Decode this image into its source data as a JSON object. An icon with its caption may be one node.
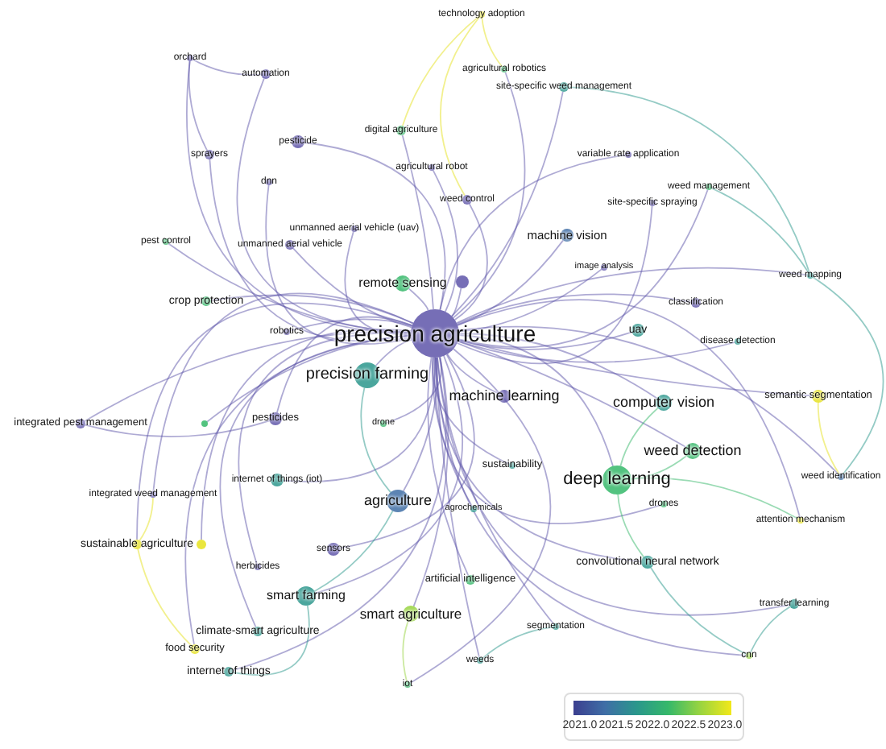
{
  "diagram": {
    "nodes": [
      {
        "text": [
          "technology adoption"
        ]
      },
      {
        "text": [
          "orchard"
        ]
      },
      {
        "text": [
          "automation"
        ]
      },
      {
        "text": [
          "agricultural robotics"
        ]
      },
      {
        "text": [
          "site-specific weed management"
        ]
      },
      {
        "text": [
          "pesticide"
        ]
      },
      {
        "text": [
          "sprayers"
        ]
      },
      {
        "text": [
          "digital agriculture"
        ]
      },
      {
        "text": [
          "dnn"
        ]
      },
      {
        "text": [
          "agricultural robot"
        ]
      },
      {
        "text": [
          "variable rate application"
        ]
      },
      {
        "text": [
          "weed management"
        ]
      },
      {
        "text": [
          "weed control"
        ]
      },
      {
        "text": [
          "site-specific spraying"
        ]
      },
      {
        "text": [
          "pest control"
        ]
      },
      {
        "text": [
          "unmanned aerial vehicle (uav)"
        ]
      },
      {
        "text": [
          "unmanned aerial vehicle"
        ]
      },
      {
        "text": [
          "machine vision"
        ]
      },
      {
        "text": [
          "remote sensing"
        ]
      },
      {
        "text": [],
        "shape": "circle"
      },
      {
        "text": [
          "image analysis"
        ]
      },
      {
        "text": [
          "weed mapping"
        ]
      },
      {
        "text": [
          "crop protection"
        ]
      },
      {
        "text": [
          "classification"
        ]
      },
      {
        "text": [
          "precision agriculture"
        ]
      },
      {
        "text": [
          "robotics"
        ]
      },
      {
        "text": [
          "uav"
        ]
      },
      {
        "text": [
          "disease detection"
        ]
      },
      {
        "text": [
          "precision farming"
        ]
      },
      {
        "text": [
          "machine learning"
        ]
      },
      {
        "text": [
          "computer vision"
        ]
      },
      {
        "text": [
          "integrated pest management"
        ]
      },
      {
        "text": [],
        "shape": "circle"
      },
      {
        "text": [
          "pesticides"
        ]
      },
      {
        "text": [
          "drone"
        ]
      },
      {
        "text": [
          "semantic segmentation"
        ]
      },
      {
        "text": [
          "weed detection"
        ]
      },
      {
        "text": [
          "internet of things (iot)"
        ]
      },
      {
        "text": [
          "sustainability"
        ]
      },
      {
        "text": [
          "deep learning"
        ]
      },
      {
        "text": [
          "integrated weed management"
        ]
      },
      {
        "text": [
          "weed identification"
        ]
      },
      {
        "text": [
          "agriculture"
        ]
      },
      {
        "text": [
          "agrochemicals"
        ]
      },
      {
        "text": [
          "drones"
        ]
      },
      {
        "text": [
          "attention mechanism"
        ]
      },
      {
        "text": [
          "sustainable agriculture"
        ]
      },
      {
        "text": [],
        "shape": "circle"
      },
      {
        "text": [
          "sensors"
        ]
      },
      {
        "text": [
          "convolutional neural network"
        ]
      },
      {
        "text": [
          "herbicides"
        ]
      },
      {
        "text": [
          "smart farming"
        ]
      },
      {
        "text": [
          "artificial intelligence"
        ]
      },
      {
        "text": [
          "smart agriculture"
        ]
      },
      {
        "text": [
          "climate-smart agriculture"
        ]
      },
      {
        "text": [
          "segmentation"
        ]
      },
      {
        "text": [
          "transfer learning"
        ]
      },
      {
        "text": [
          "food security"
        ]
      },
      {
        "text": [
          "weeds"
        ]
      },
      {
        "text": [
          "internet of things"
        ]
      },
      {
        "text": [
          "iot"
        ]
      },
      {
        "text": [
          "cnn"
        ]
      }
    ],
    "edges": [
      {
        "from": 24,
        "to": 1,
        "arrow": "none"
      },
      {
        "from": 24,
        "to": 2,
        "arrow": "none"
      },
      {
        "from": 24,
        "to": 3,
        "arrow": "none"
      },
      {
        "from": 24,
        "to": 4,
        "arrow": "none"
      },
      {
        "from": 24,
        "to": 5,
        "arrow": "none"
      },
      {
        "from": 24,
        "to": 6,
        "arrow": "none"
      },
      {
        "from": 24,
        "to": 7,
        "arrow": "none"
      },
      {
        "from": 24,
        "to": 8,
        "arrow": "none"
      },
      {
        "from": 24,
        "to": 9,
        "arrow": "none"
      },
      {
        "from": 24,
        "to": 10,
        "arrow": "none"
      },
      {
        "from": 24,
        "to": 11,
        "arrow": "none"
      },
      {
        "from": 24,
        "to": 12,
        "arrow": "none"
      },
      {
        "from": 24,
        "to": 13,
        "arrow": "none"
      },
      {
        "from": 24,
        "to": 14,
        "arrow": "none"
      },
      {
        "from": 24,
        "to": 15,
        "arrow": "none"
      },
      {
        "from": 24,
        "to": 16,
        "arrow": "none"
      },
      {
        "from": 24,
        "to": 17,
        "arrow": "none"
      },
      {
        "from": 24,
        "to": 18,
        "arrow": "none"
      },
      {
        "from": 24,
        "to": 19,
        "arrow": "none"
      },
      {
        "from": 24,
        "to": 20,
        "arrow": "none"
      },
      {
        "from": 24,
        "to": 21,
        "arrow": "none"
      },
      {
        "from": 24,
        "to": 22,
        "arrow": "none"
      },
      {
        "from": 24,
        "to": 23,
        "arrow": "none"
      },
      {
        "from": 24,
        "to": 25,
        "arrow": "none"
      },
      {
        "from": 24,
        "to": 26,
        "arrow": "none"
      },
      {
        "from": 24,
        "to": 27,
        "arrow": "none"
      },
      {
        "from": 24,
        "to": 28,
        "arrow": "none"
      },
      {
        "from": 24,
        "to": 29,
        "arrow": "none"
      },
      {
        "from": 24,
        "to": 30,
        "arrow": "none"
      },
      {
        "from": 24,
        "to": 31,
        "arrow": "none"
      },
      {
        "from": 24,
        "to": 32,
        "arrow": "none"
      },
      {
        "from": 24,
        "to": 33,
        "arrow": "none"
      },
      {
        "from": 24,
        "to": 34,
        "arrow": "none"
      },
      {
        "from": 24,
        "to": 35,
        "arrow": "none"
      },
      {
        "from": 24,
        "to": 36,
        "arrow": "none"
      },
      {
        "from": 24,
        "to": 37,
        "arrow": "none"
      },
      {
        "from": 24,
        "to": 38,
        "arrow": "none"
      },
      {
        "from": 24,
        "to": 39,
        "arrow": "none"
      },
      {
        "from": 24,
        "to": 40,
        "arrow": "none"
      },
      {
        "from": 24,
        "to": 41,
        "arrow": "none"
      },
      {
        "from": 24,
        "to": 42,
        "arrow": "none"
      },
      {
        "from": 24,
        "to": 43,
        "arrow": "none"
      },
      {
        "from": 24,
        "to": 44,
        "arrow": "none"
      },
      {
        "from": 24,
        "to": 45,
        "arrow": "none"
      },
      {
        "from": 24,
        "to": 46,
        "arrow": "none"
      },
      {
        "from": 24,
        "to": 47,
        "arrow": "none"
      },
      {
        "from": 24,
        "to": 48,
        "arrow": "none"
      },
      {
        "from": 24,
        "to": 49,
        "arrow": "none"
      },
      {
        "from": 24,
        "to": 50,
        "arrow": "none"
      },
      {
        "from": 24,
        "to": 51,
        "arrow": "none"
      },
      {
        "from": 24,
        "to": 52,
        "arrow": "none"
      },
      {
        "from": 24,
        "to": 53,
        "arrow": "none"
      },
      {
        "from": 24,
        "to": 54,
        "arrow": "none"
      },
      {
        "from": 24,
        "to": 55,
        "arrow": "none"
      },
      {
        "from": 24,
        "to": 56,
        "arrow": "none"
      },
      {
        "from": 24,
        "to": 57,
        "arrow": "none"
      },
      {
        "from": 24,
        "to": 58,
        "arrow": "none"
      },
      {
        "from": 24,
        "to": 59,
        "arrow": "none"
      },
      {
        "from": 24,
        "to": 60,
        "arrow": "none"
      },
      {
        "from": 24,
        "to": 61,
        "arrow": "none"
      },
      {
        "from": 0,
        "to": 3,
        "arrow": "none",
        "color": "#e6e21c"
      },
      {
        "from": 0,
        "to": 7,
        "arrow": "none",
        "color": "#e6e21c"
      },
      {
        "from": 0,
        "to": 12,
        "arrow": "none",
        "color": "#e6e21c"
      },
      {
        "from": 21,
        "to": 4,
        "arrow": "none",
        "color": "#2a978c"
      },
      {
        "from": 21,
        "to": 11,
        "arrow": "none",
        "color": "#2a978c"
      },
      {
        "from": 21,
        "to": 41,
        "arrow": "none",
        "color": "#2a978c"
      },
      {
        "from": 35,
        "to": 41,
        "arrow": "none",
        "color": "#e6e21c"
      },
      {
        "from": 39,
        "to": 45,
        "arrow": "none",
        "color": "#35b86a"
      },
      {
        "from": 39,
        "to": 36,
        "arrow": "none",
        "color": "#35b86a"
      },
      {
        "from": 39,
        "to": 49,
        "arrow": "none",
        "color": "#35b86a"
      },
      {
        "from": 39,
        "to": 30,
        "arrow": "none",
        "color": "#35b86a"
      },
      {
        "from": 46,
        "to": 40,
        "arrow": "none",
        "color": "#e6e21c"
      },
      {
        "from": 46,
        "to": 57,
        "arrow": "none",
        "color": "#e6e21c"
      },
      {
        "from": 31,
        "to": 33,
        "arrow": "none"
      },
      {
        "from": 1,
        "to": 2,
        "arrow": "none"
      },
      {
        "from": 1,
        "to": 6,
        "arrow": "none"
      },
      {
        "from": 28,
        "to": 42,
        "arrow": "none",
        "color": "#2a978c"
      },
      {
        "from": 42,
        "to": 51,
        "arrow": "none",
        "color": "#2a978c"
      },
      {
        "from": 51,
        "to": 59,
        "arrow": "none",
        "color": "#2a978c"
      },
      {
        "from": 53,
        "to": 60,
        "arrow": "none",
        "color": "#98d440"
      },
      {
        "from": 49,
        "to": 61,
        "arrow": "none",
        "color": "#2a978c"
      },
      {
        "from": 56,
        "to": 61,
        "arrow": "none",
        "color": "#2a978c"
      },
      {
        "from": 55,
        "to": 58,
        "arrow": "none",
        "color": "#2a978c"
      }
    ],
    "labels": [
      "2021.0",
      "2021.5",
      "2022.0",
      "2022.5",
      "2023.0"
    ]
  }
}
